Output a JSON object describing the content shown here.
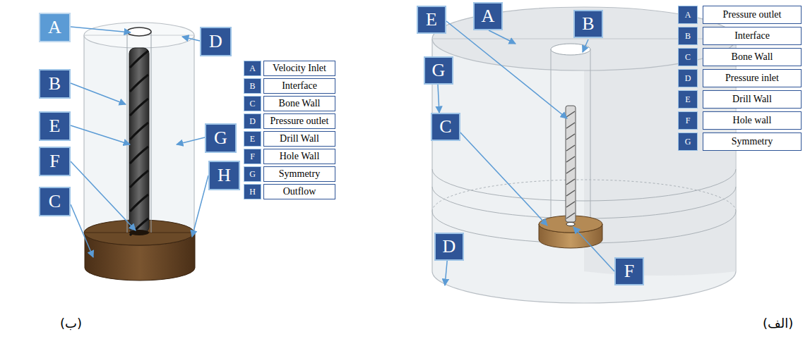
{
  "diagram": {
    "nodes": [
      {
        "text": [
          "A"
        ]
      },
      {
        "text": [
          "D"
        ]
      },
      {
        "text": [
          "B"
        ]
      },
      {
        "text": [
          "E"
        ]
      },
      {
        "text": [
          "G"
        ]
      },
      {
        "text": [
          "F"
        ]
      },
      {
        "text": [
          "H"
        ]
      },
      {
        "text": [
          "C"
        ]
      },
      {
        "text": [
          "A"
        ]
      },
      {
        "text": [
          "Velocity Inlet"
        ]
      },
      {
        "text": [
          "B"
        ]
      },
      {
        "text": [
          "Interface"
        ]
      },
      {
        "text": [
          "C"
        ]
      },
      {
        "text": [
          "Bone Wall"
        ]
      },
      {
        "text": [
          "D"
        ]
      },
      {
        "text": [
          "Pressure outlet"
        ]
      },
      {
        "text": [
          "E"
        ]
      },
      {
        "text": [
          "Drill Wall"
        ]
      },
      {
        "text": [
          "F"
        ]
      },
      {
        "text": [
          "Hole Wall"
        ]
      },
      {
        "text": [
          "G"
        ]
      },
      {
        "text": [
          "Symmetry"
        ]
      },
      {
        "text": [
          "H"
        ]
      },
      {
        "text": [
          "Outflow"
        ]
      },
      {
        "text": [
          "E"
        ]
      },
      {
        "text": [
          "A"
        ]
      },
      {
        "text": [
          "B"
        ]
      },
      {
        "text": [
          "G"
        ]
      },
      {
        "text": [
          "C"
        ]
      },
      {
        "text": [
          "D"
        ]
      },
      {
        "text": [
          "F"
        ]
      },
      {
        "text": [
          "A"
        ]
      },
      {
        "text": [
          "Pressure outlet"
        ]
      },
      {
        "text": [
          "B"
        ]
      },
      {
        "text": [
          "Interface"
        ]
      },
      {
        "text": [
          "C"
        ]
      },
      {
        "text": [
          "Bone Wall"
        ]
      },
      {
        "text": [
          "D"
        ]
      },
      {
        "text": [
          "Pressure inlet"
        ]
      },
      {
        "text": [
          "E"
        ]
      },
      {
        "text": [
          "Drill Wall"
        ]
      },
      {
        "text": [
          "F"
        ]
      },
      {
        "text": [
          "Hole wall"
        ]
      },
      {
        "text": [
          "G"
        ]
      },
      {
        "text": [
          "Symmetry"
        ]
      }
    ],
    "labels": [
      "(ب)",
      "(الف)"
    ]
  }
}
